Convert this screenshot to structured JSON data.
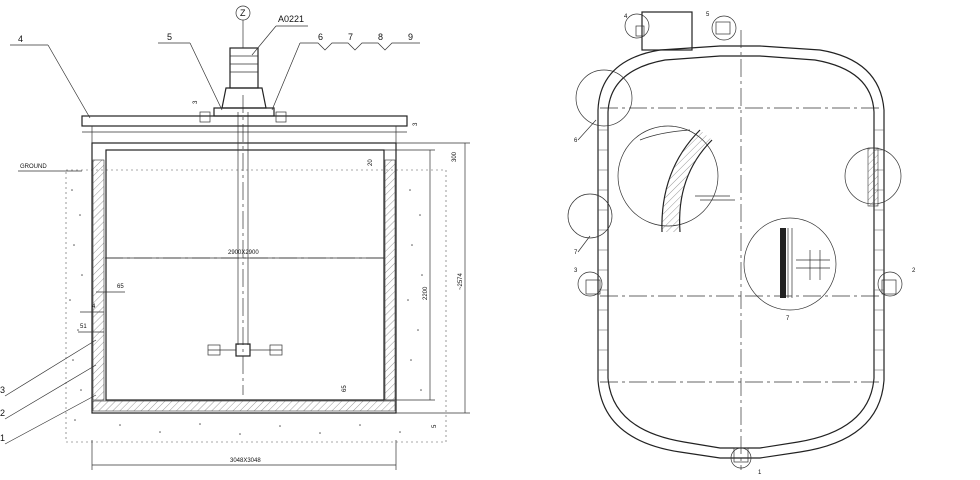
{
  "left_drawing": {
    "motor_tag": "A0221",
    "view_marker": "Z",
    "ground_label": "GROUND",
    "callouts": [
      "4",
      "5",
      "6",
      "7",
      "8",
      "9",
      "3",
      "2",
      "1"
    ],
    "dims": {
      "inner": "2900X2900",
      "outer": "3048X3048",
      "height_inner": "2200",
      "height_total": "~2574",
      "top_300": "300",
      "top_20": "20",
      "wall_65": "65",
      "wall_4": "4",
      "wall_51": "51",
      "bottom_65": "65",
      "bottom_5": "5",
      "cover_3a": "3",
      "cover_3b": "3"
    }
  },
  "right_drawing": {
    "callouts": [
      "4",
      "5",
      "6",
      "7",
      "3",
      "2",
      "1"
    ],
    "detail_label": "7"
  },
  "colors": {
    "line": "#222222",
    "background": "#ffffff"
  }
}
